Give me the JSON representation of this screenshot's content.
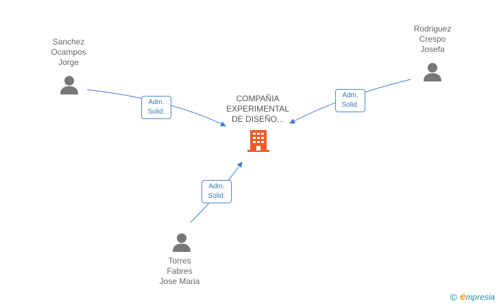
{
  "company": {
    "name": "COMPAÑIA\nEXPERIMENTAL\nDE DISEÑO...",
    "icon": "building-icon",
    "color": "#f05a28"
  },
  "people": [
    {
      "name": "Sanchez\nOcampos\nJorge",
      "icon": "person-icon"
    },
    {
      "name": "Rodriguez\nCrespo\nJosefa",
      "icon": "person-icon"
    },
    {
      "name": "Torres\nFabres\nJose Maria",
      "icon": "person-icon"
    }
  ],
  "relations": [
    {
      "line1": "Adm.",
      "line2": "Solid."
    },
    {
      "line1": "Adm.",
      "line2": "Solid."
    },
    {
      "line1": "Adm.",
      "line2": "Solid."
    }
  ],
  "colors": {
    "edge": "#3a7bd5",
    "person": "#777777",
    "text": "#666666"
  },
  "watermark": {
    "symbol": "©",
    "brand_initial": "e",
    "brand_rest": "mpresia"
  }
}
